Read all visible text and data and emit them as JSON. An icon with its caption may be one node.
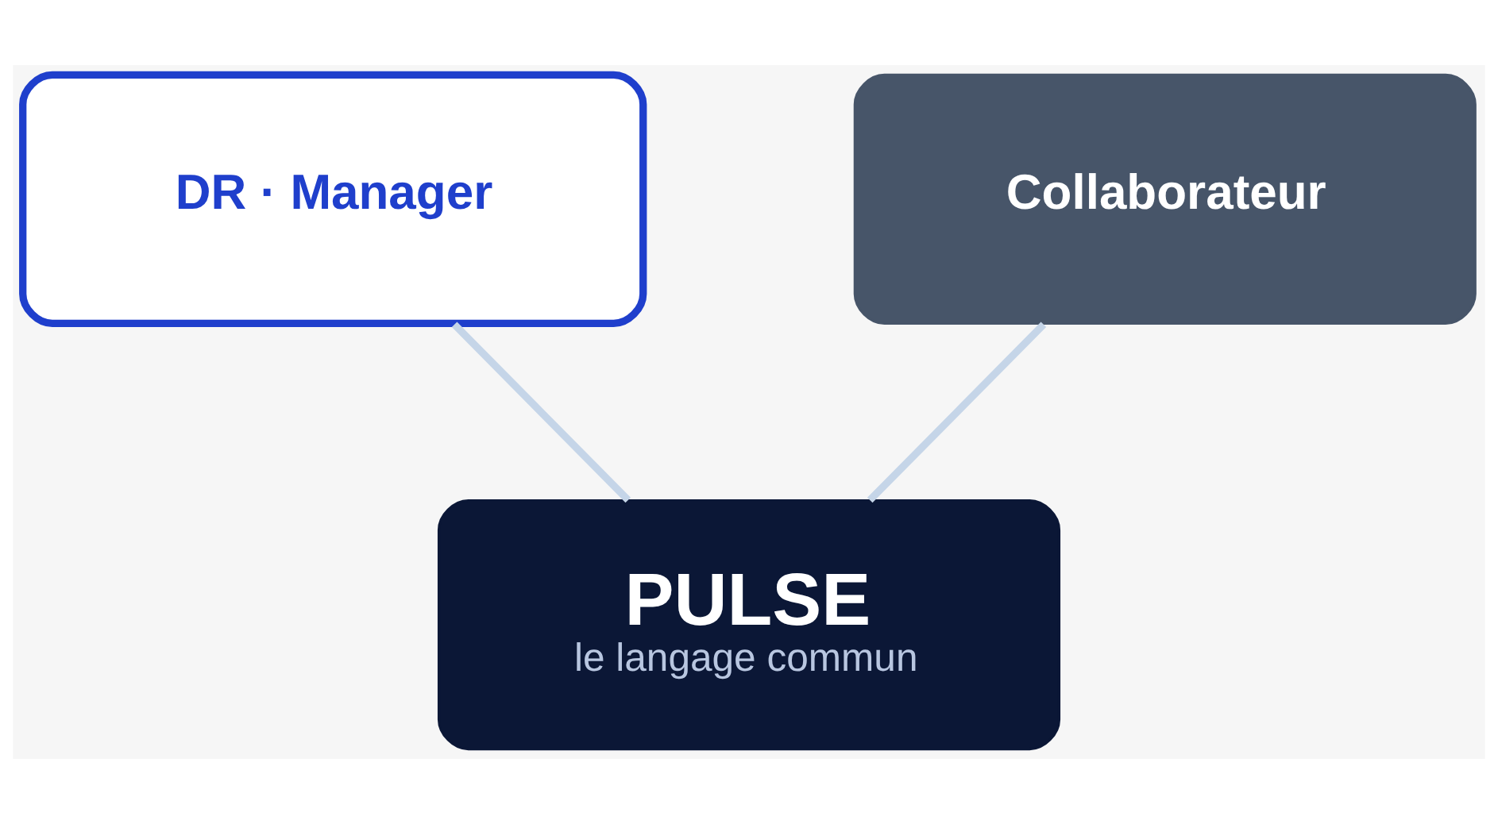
{
  "diagram": {
    "nodes": [
      {
        "text": [
          "DR · Manager"
        ]
      },
      {
        "text": [
          "Collaborateur"
        ]
      },
      {
        "text": [
          "PULSE",
          "le langage commun"
        ]
      }
    ],
    "edges": [
      {
        "from": 0,
        "to": 2,
        "arrow": "none"
      },
      {
        "from": 1,
        "to": 2,
        "arrow": "none"
      }
    ]
  }
}
